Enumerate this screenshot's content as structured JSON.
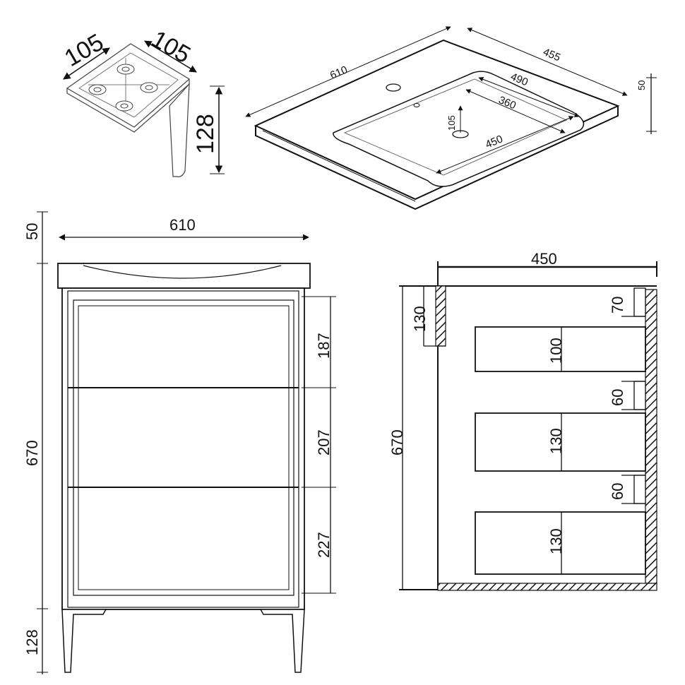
{
  "leg": {
    "width_a": "105",
    "width_b": "105",
    "height": "128"
  },
  "basin": {
    "width": "610",
    "depth": "455",
    "inner_width": "490",
    "inner_depth": "360",
    "front_width": "450",
    "drain_offset": "105",
    "thickness": "50"
  },
  "front": {
    "top_thickness": "50",
    "width": "610",
    "body_height": "670",
    "leg_height": "128",
    "drawer_1": "187",
    "drawer_2": "207",
    "drawer_3": "227"
  },
  "side": {
    "depth": "450",
    "height": "670",
    "top_rail": "130",
    "gap_top": "70",
    "drawer_1": "100",
    "gap_1": "60",
    "drawer_2": "130",
    "gap_2": "60",
    "drawer_3": "130"
  }
}
